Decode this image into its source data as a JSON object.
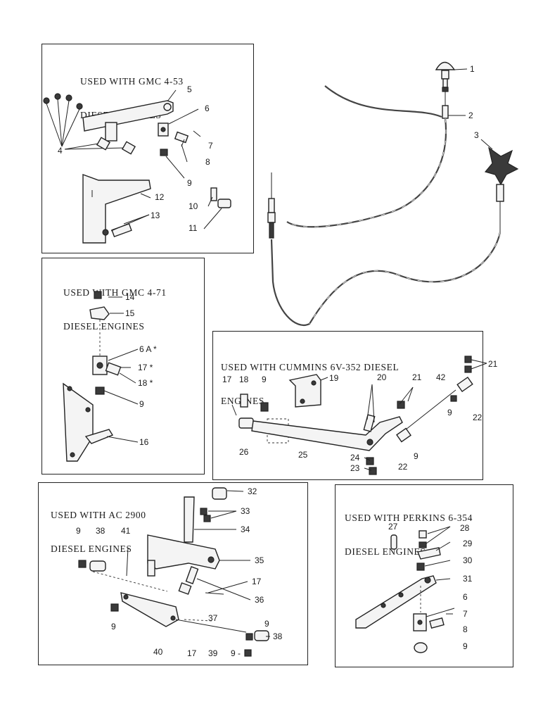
{
  "panels": {
    "gmc453": {
      "line1": "USED WITH GMC 4-53",
      "line2": "DIESEL ENGINES"
    },
    "gmc471": {
      "line1": "USED WITH GMC 4-71",
      "line2": "DIESEL ENGINES"
    },
    "cummins": {
      "line1": "USED WITH CUMMINS 6V-352 DIESEL",
      "line2": "ENGINES"
    },
    "ac2900": {
      "line1": "USED WITH AC 2900",
      "line2": "DIESEL ENGINES"
    },
    "perkins": {
      "line1": "USED WITH PERKINS 6-354",
      "line2": "DIESEL ENGINES"
    }
  },
  "callouts": {
    "c1": "1",
    "c2": "2",
    "c3": "3",
    "g4": "4",
    "g5": "5",
    "g6": "6",
    "g7": "7",
    "g8": "8",
    "g9": "9",
    "g10": "10",
    "g11": "11",
    "g12": "12",
    "g13": "13",
    "h14": "14",
    "h15": "15",
    "h6a": "6 A *",
    "h17": "17 *",
    "h18": "18 *",
    "h9": "9",
    "h16": "16",
    "k17": "17",
    "k18": "18",
    "k9a": "9",
    "k19": "19",
    "k20": "20",
    "k21a": "21",
    "k42": "42",
    "k21b": "21",
    "k22a": "22",
    "k9b": "9",
    "k26": "26",
    "k25": "25",
    "k24": "24",
    "k23": "23",
    "k22b": "22",
    "k9c": "9",
    "a32": "32",
    "a33": "33",
    "a34": "34",
    "a9a": "9",
    "a38a": "38",
    "a41": "41",
    "a35": "35",
    "a17a": "17",
    "a36": "36",
    "a37": "37",
    "a9b": "9",
    "a40": "40",
    "a17b": "17",
    "a39": "39",
    "a9c": "9",
    "a38b": "38",
    "a9d": "9 -",
    "p27": "27",
    "p28": "28",
    "p29": "29",
    "p30": "30",
    "p31": "31",
    "p6": "6",
    "p7": "7",
    "p8": "8",
    "p9": "9"
  }
}
